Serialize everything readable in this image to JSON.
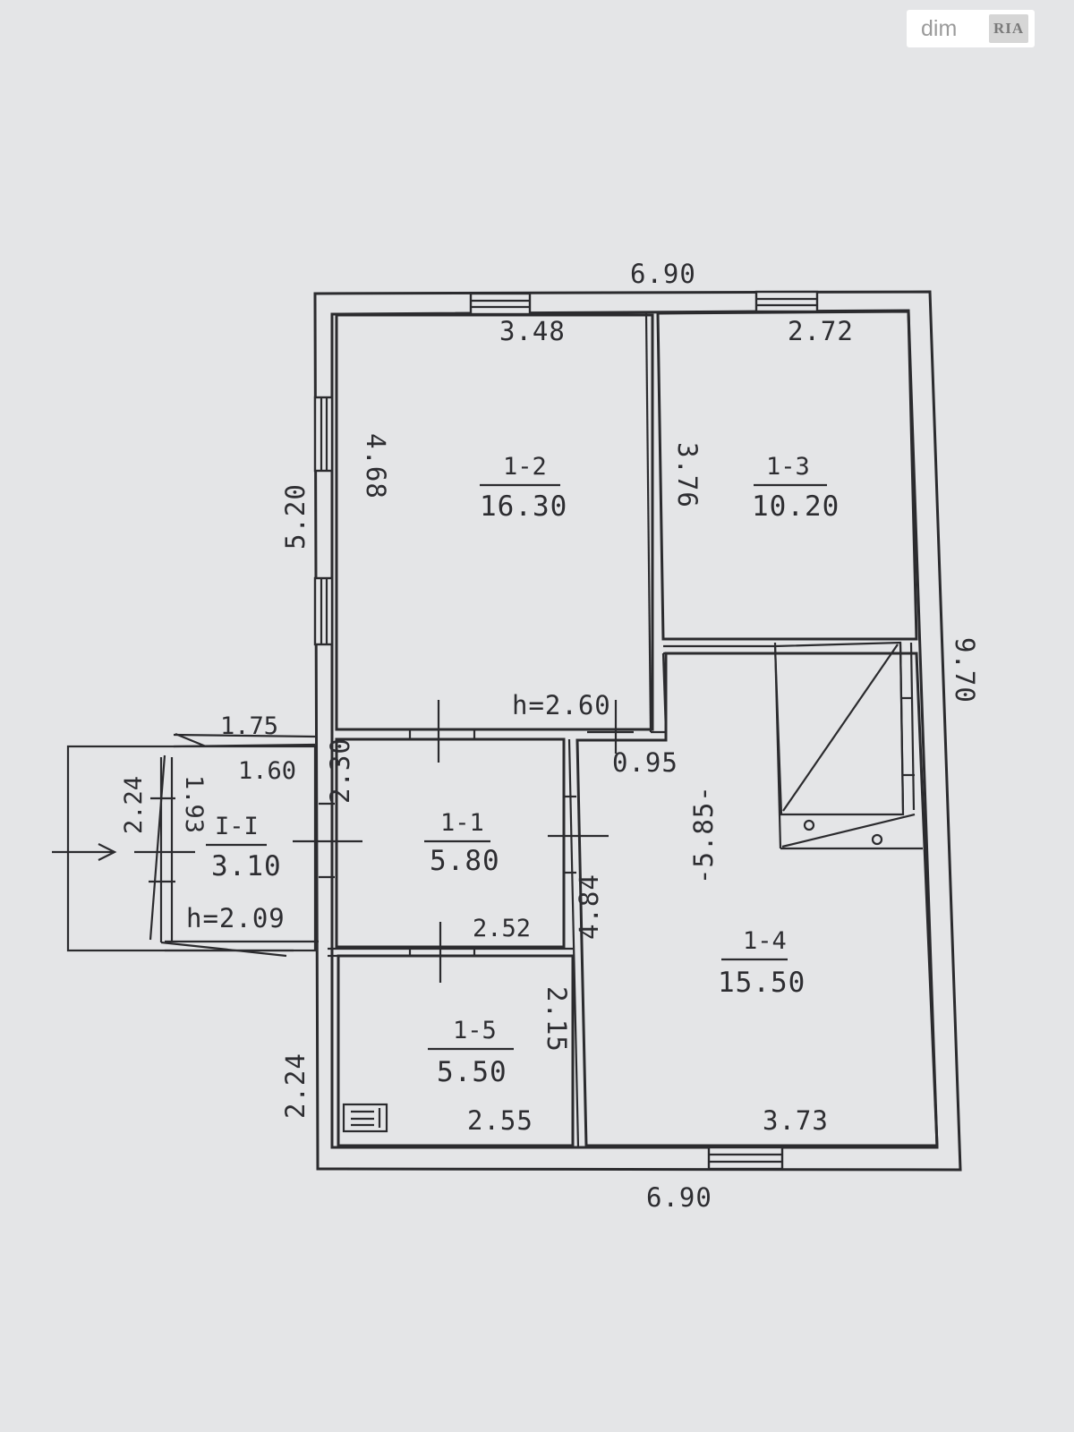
{
  "watermark": {
    "left": "dim",
    "right": "RIA"
  },
  "plan": {
    "overall": {
      "width_top": "6.90",
      "width_bottom": "6.90",
      "length_right": "9.70",
      "left_upper": "5.20",
      "left_lower": "2.24"
    },
    "rooms": [
      {
        "id": "1-2",
        "area": "16.30",
        "dims": [
          "3.48",
          "4.68"
        ]
      },
      {
        "id": "1-3",
        "area": "10.20",
        "dims": [
          "2.72",
          "3.76"
        ]
      },
      {
        "id": "1-1",
        "area": "5.80",
        "dims": [
          "2.30",
          "2.52"
        ]
      },
      {
        "id": "1-4",
        "area": "15.50",
        "dims": [
          "3.73",
          "4.84",
          "-5.85-"
        ]
      },
      {
        "id": "1-5",
        "area": "5.50",
        "dims": [
          "2.55",
          "2.15"
        ]
      },
      {
        "id": "I-I",
        "area": "3.10",
        "dims": [
          "1.75",
          "1.60",
          "2.24",
          "1.93"
        ]
      }
    ],
    "heights": {
      "main": "h=2.60",
      "porch": "h=2.09"
    },
    "doorway_width": "0.95"
  }
}
